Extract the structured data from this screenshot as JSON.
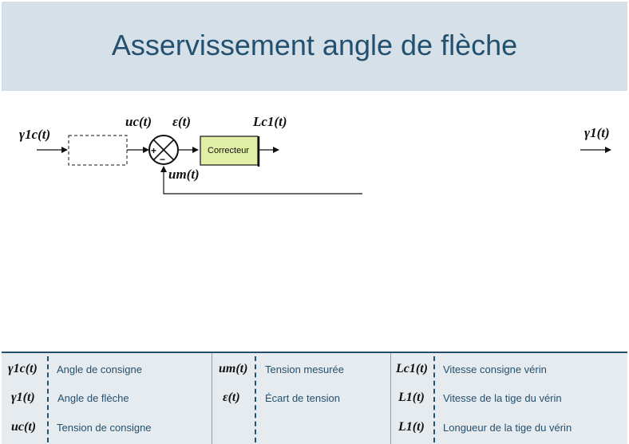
{
  "title": "Asservissement angle de flèche",
  "diagram": {
    "input_label": "γ1c(t)",
    "uc_label": "uc(t)",
    "eps_label": "ε(t)",
    "um_label": "um(t)",
    "lc_label": "Lc1(t)",
    "output_label": "γ1(t)",
    "corrector_label": "Correcteur",
    "plus_sign": "+",
    "minus_sign": "−"
  },
  "legend": [
    {
      "symbol": "γ1c(t)",
      "text": "Angle de consigne"
    },
    {
      "symbol": "γ1(t)",
      "text": "Angle de flèche"
    },
    {
      "symbol": "uc(t)",
      "text": "Tension de consigne"
    },
    {
      "symbol": "um(t)",
      "text": "Tension mesurée"
    },
    {
      "symbol": "ε(t)",
      "text": "Écart de tension"
    },
    {
      "symbol": "Lc1(t)",
      "text": "Vitesse consigne vérin"
    },
    {
      "symbol": "L1(t)",
      "text": "Vitesse de la tige du vérin"
    },
    {
      "symbol": "L1(t)",
      "text": "Longueur de la tige du vérin"
    }
  ],
  "colors": {
    "title_bg": "#d6e0e8",
    "title_text": "#24506f",
    "corrector_fill": "#e1f0a6",
    "legend_bg": "#e6ebef"
  }
}
